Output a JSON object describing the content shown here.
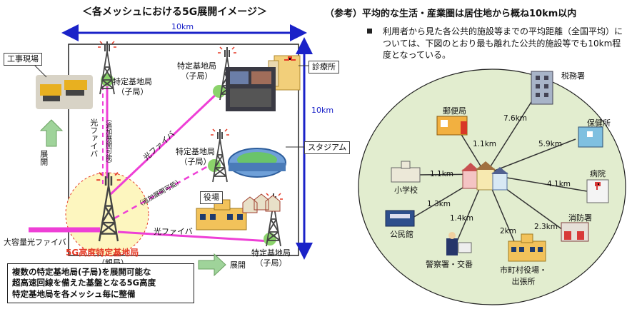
{
  "left": {
    "title": "＜各メッシュにおける5G展開イメージ＞",
    "width_label": "10km",
    "height_label": "10km",
    "construction_site": "工事現場",
    "clinic": "診療所",
    "stadium": "スタジアム",
    "town_hall": "役場",
    "child_station_top": "特定基地局\n（子局）",
    "child_station_clinic": "特定基地局\n（子局）",
    "child_station_stadium": "特定基地局\n（子局）",
    "child_station_bottom": "特定基地局\n（子局）",
    "optical_fiber_vertical": "光ファイバ",
    "optical_fiber_diagonal": "光ファイバ",
    "optical_fiber_bottom": "光ファイバ",
    "expandable_vertical": "（追加展開可能）",
    "expandable_diagonal": "（追加展開可能）",
    "deploy_up": "展開",
    "deploy_right": "展開",
    "high_capacity_fiber": "大容量光ファイバ",
    "parent_station": "5G高度特定基地局",
    "parent_label": "（親局）",
    "note_lines": [
      "複数の特定基地局(子局)を展開可能な",
      "超高速回線を備えた基盤となる5G高度",
      "特定基地局を各メッシュ毎に整備"
    ]
  },
  "right": {
    "title": "（参考）平均的な生活・産業圏は居住地から概ね10km以内",
    "description": "利用者から見た各公共的施設等までの平均距離（全国平均）については、下図のとおり最も離れた公共的施設等でも10km程度となっている。",
    "facilities": [
      {
        "name": "税務署",
        "distance": "7.6km"
      },
      {
        "name": "郵便局",
        "distance": "1.1km"
      },
      {
        "name": "保健所",
        "distance": "5.9km"
      },
      {
        "name": "小学校",
        "distance": "1.1km"
      },
      {
        "name": "病院",
        "distance": "4.1km"
      },
      {
        "name": "公民館",
        "distance": "1.3km"
      },
      {
        "name": "消防署",
        "distance": "2.3km"
      },
      {
        "name": "警察署・交番",
        "distance": "1.4km"
      },
      {
        "name": "市町村役場・\n出張所",
        "distance": "2km"
      }
    ]
  },
  "colors": {
    "fiber": "#ee3fd6",
    "arrow_blue": "#1a22c8",
    "ellipse_fill": "#e2edcf",
    "red_label": "#e53a26",
    "tower": "#444444",
    "green_arrow": "#9fd39a"
  }
}
